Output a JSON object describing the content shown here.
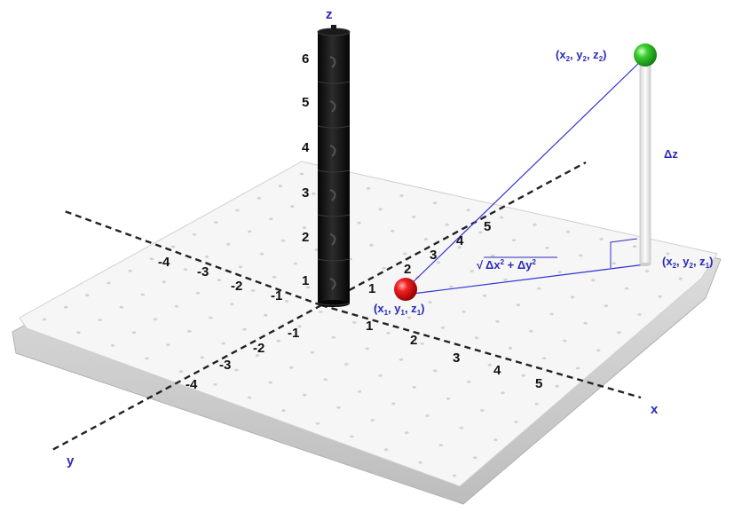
{
  "axes": {
    "x_label": "x",
    "y_label": "y",
    "z_label": "z",
    "x_ticks_pos": [
      "1",
      "2",
      "3",
      "4",
      "5"
    ],
    "x_ticks_neg": [
      "-1",
      "-2",
      "-3",
      "-4"
    ],
    "y_ticks_pos": [
      "1",
      "2",
      "3",
      "4",
      "5"
    ],
    "y_ticks_neg": [
      "-1",
      "-2",
      "-3",
      "-4"
    ],
    "z_ticks": [
      "1",
      "2",
      "3",
      "4",
      "5",
      "6"
    ]
  },
  "points": {
    "p1": {
      "base": "x",
      "s1": "1",
      "mid": ", y",
      "s2": "1",
      "mid2": ", z",
      "s3": "1",
      "color": "#e01010"
    },
    "p2": {
      "base": "x",
      "s1": "2",
      "mid": ", y",
      "s2": "2",
      "mid2": ", z",
      "s3": "2",
      "color": "#28c428"
    },
    "p3": {
      "base": "x",
      "s1": "2",
      "mid": ", y",
      "s2": "2",
      "mid2": ", z",
      "s3": "1"
    }
  },
  "formula": {
    "sqrt": "√",
    "dx": "Δx",
    "two": "2",
    "plus": " + ",
    "dy": "Δy"
  },
  "delta_z": "Δz",
  "colors": {
    "line": "#3030d0",
    "label": "#2a2ab8",
    "axis": "#222222",
    "column": "#0d0d0d",
    "board": "#f5f5f5"
  }
}
